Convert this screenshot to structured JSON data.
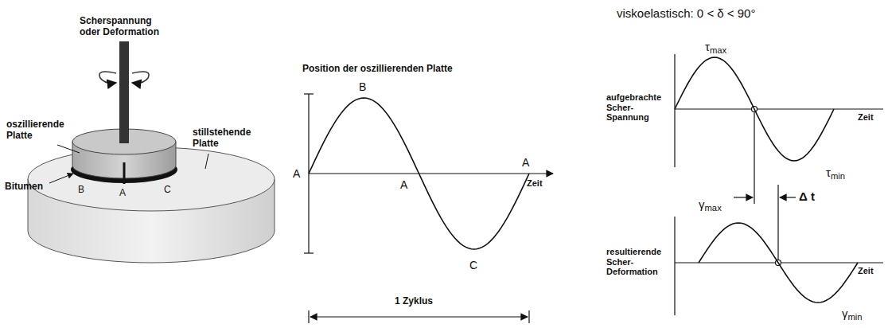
{
  "diagram": {
    "labels": [
      "Scherspannung oder Deformation",
      "oszillierende Platte",
      "stillstehende Platte",
      "Bitumen",
      "B",
      "A",
      "C",
      "Position der oszillierenden Platte",
      "B",
      "A",
      "A",
      "A",
      "C",
      "Zeit",
      "1 Zyklus",
      "viskoelastisch: 0 < δ < 90°",
      "τmax",
      "aufgebrachte Scher- Spannung",
      "Zeit",
      "τmin",
      "Δ t",
      "γmax",
      "resultierende Scher- Deformation",
      "Zeit",
      "γmin"
    ]
  }
}
